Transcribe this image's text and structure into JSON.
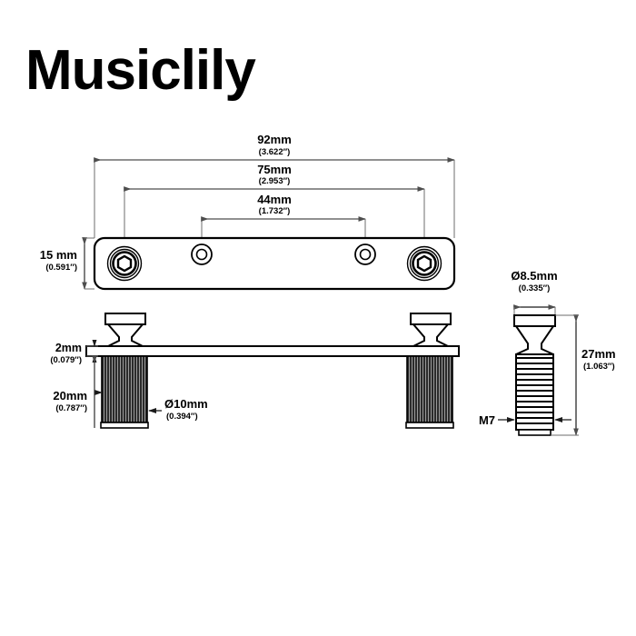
{
  "brand": {
    "logo_text": "Musiclily"
  },
  "drawing": {
    "title": "Guitar bridge plate technical dimension drawing",
    "colors": {
      "line": "#000000",
      "dimension_line": "#5a5a5a",
      "knurl_fill": "#2b2b2b",
      "background": "#ffffff"
    },
    "views": [
      {
        "name": "top-view",
        "label": "bridge-plate-top-view"
      },
      {
        "name": "side-view",
        "label": "bridge-plate-side-view"
      },
      {
        "name": "detail-view",
        "label": "mounting-screw-detail-view"
      }
    ]
  },
  "dimensions": {
    "overall_length": {
      "metric": "92mm",
      "imperial": "(3.622″)"
    },
    "outer_hole_spacing": {
      "metric": "75mm",
      "imperial": "(2.953″)"
    },
    "inner_hole_spacing": {
      "metric": "44mm",
      "imperial": "(1.732″)"
    },
    "plate_width": {
      "metric": "15 mm",
      "imperial": "(0.591″)"
    },
    "plate_thickness": {
      "metric": "2mm",
      "imperial": "(0.079″)"
    },
    "bushing_length": {
      "metric": "20mm",
      "imperial": "(0.787″)"
    },
    "bushing_diameter": {
      "metric": "Ø10mm",
      "imperial": "(0.394″)"
    },
    "screw_head_diameter": {
      "metric": "Ø8.5mm",
      "imperial": "(0.335″)"
    },
    "screw_length": {
      "metric": "27mm",
      "imperial": "(1.063″)"
    },
    "thread_spec": {
      "metric": "M7",
      "imperial": ""
    }
  }
}
